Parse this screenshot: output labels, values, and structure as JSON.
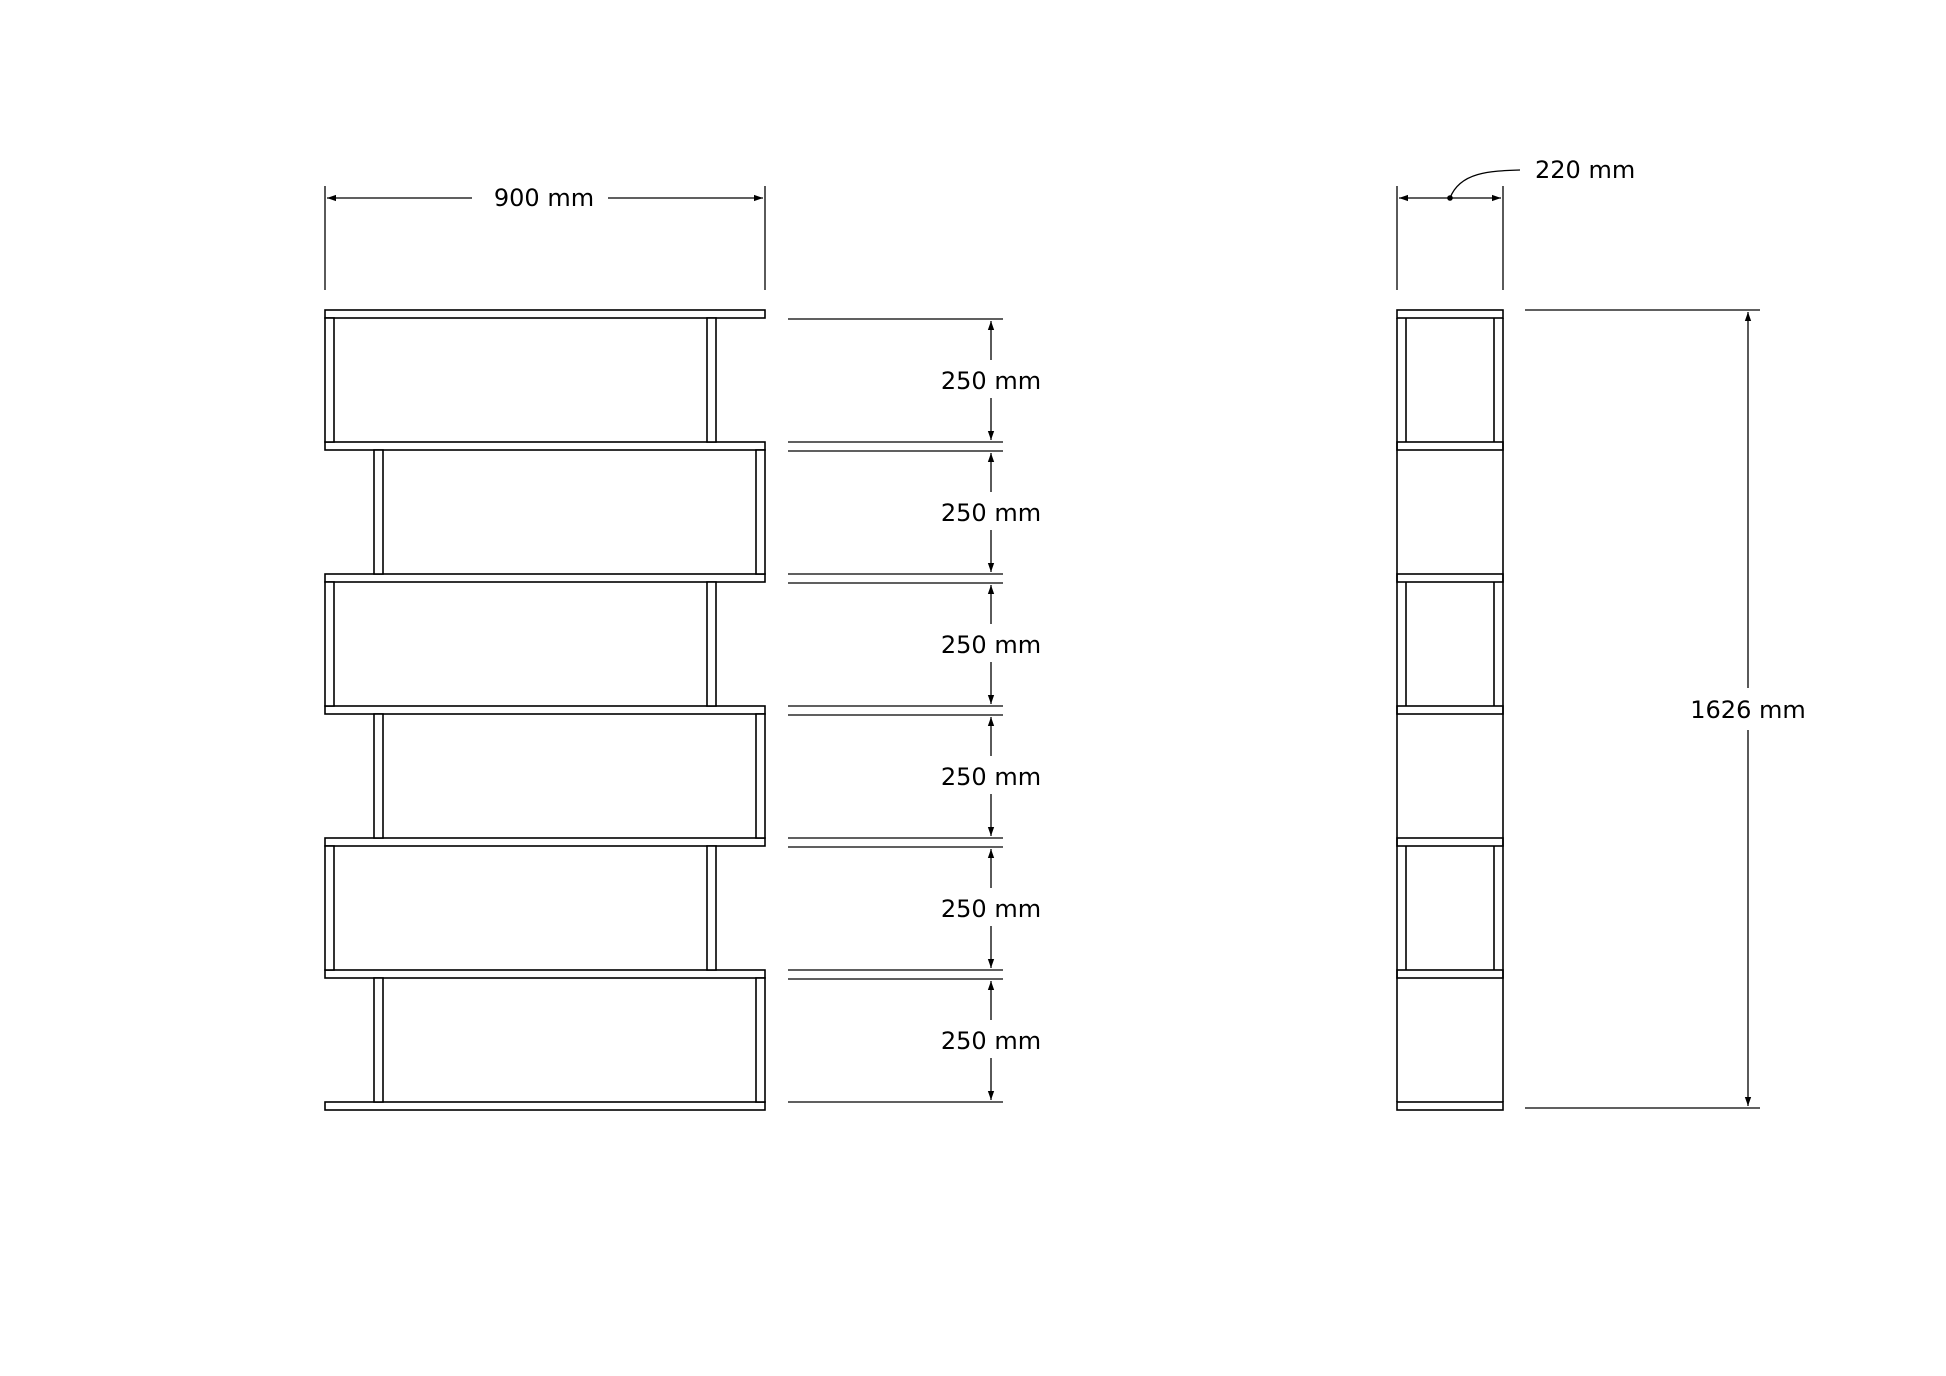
{
  "front_view": {
    "width_label": "900 mm",
    "spacing_labels": [
      "250 mm",
      "250 mm",
      "250 mm",
      "250 mm",
      "250 mm",
      "250 mm"
    ]
  },
  "side_view": {
    "depth_label": "220 mm",
    "height_label": "1626 mm"
  },
  "colors": {
    "line": "#000000",
    "background": "#ffffff"
  }
}
